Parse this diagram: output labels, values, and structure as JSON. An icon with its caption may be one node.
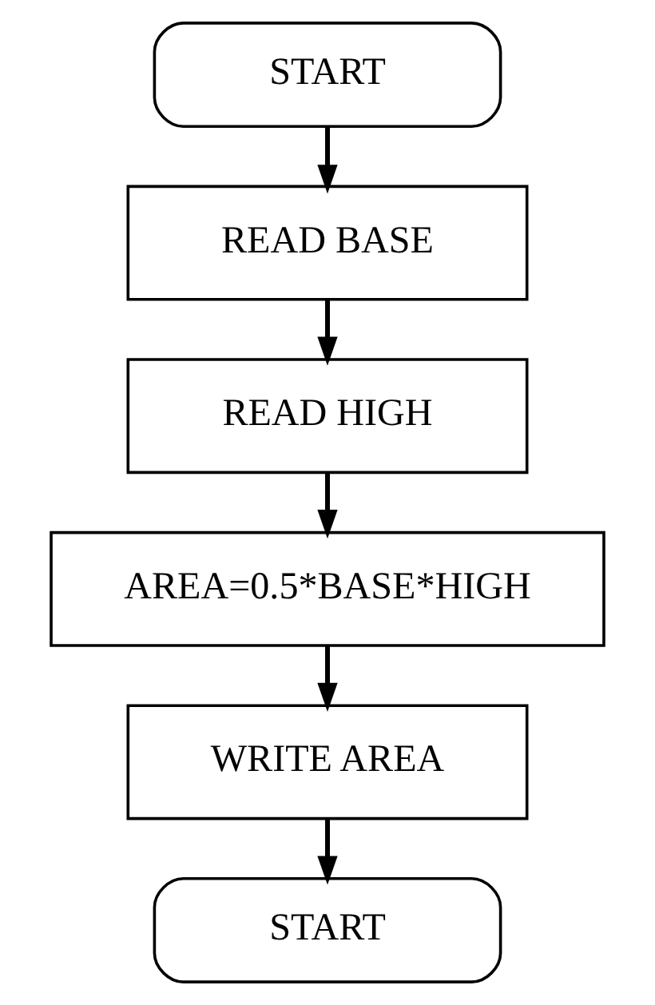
{
  "diagram": {
    "nodes": [
      {
        "text": [
          "START"
        ]
      },
      {
        "text": [
          "READ BASE"
        ]
      },
      {
        "text": [
          "READ HIGH"
        ]
      },
      {
        "text": [
          "AREA=0.5*BASE*HIGH"
        ]
      },
      {
        "text": [
          "WRITE AREA"
        ]
      },
      {
        "text": [
          "START"
        ]
      }
    ],
    "edges": [
      {
        "from": 0,
        "to": 1,
        "arrow": "to"
      },
      {
        "from": 1,
        "to": 2,
        "arrow": "to"
      },
      {
        "from": 2,
        "to": 3,
        "arrow": "to"
      },
      {
        "from": 3,
        "to": 4,
        "arrow": "to"
      },
      {
        "from": 4,
        "to": 5,
        "arrow": "to"
      }
    ]
  }
}
